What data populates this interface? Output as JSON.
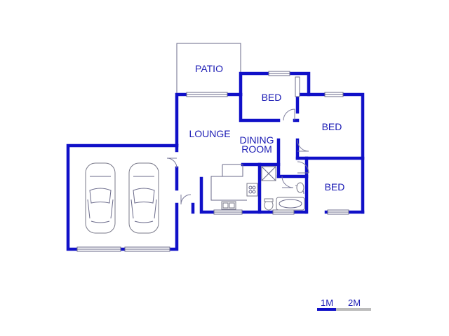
{
  "rooms": {
    "patio": "PATIO",
    "bed_top": "BED",
    "bed_right": "BED",
    "bed_lower": "BED",
    "lounge": "LOUNGE",
    "dining_line1": "DINING",
    "dining_line2": "ROOM"
  },
  "scale": {
    "label_1m": "1M",
    "label_2m": "2M"
  },
  "colors": {
    "wall": "#1010c8",
    "text": "#1a1ab4",
    "scale_bar_1": "#1010c8",
    "scale_bar_2": "#bcbcbc"
  }
}
